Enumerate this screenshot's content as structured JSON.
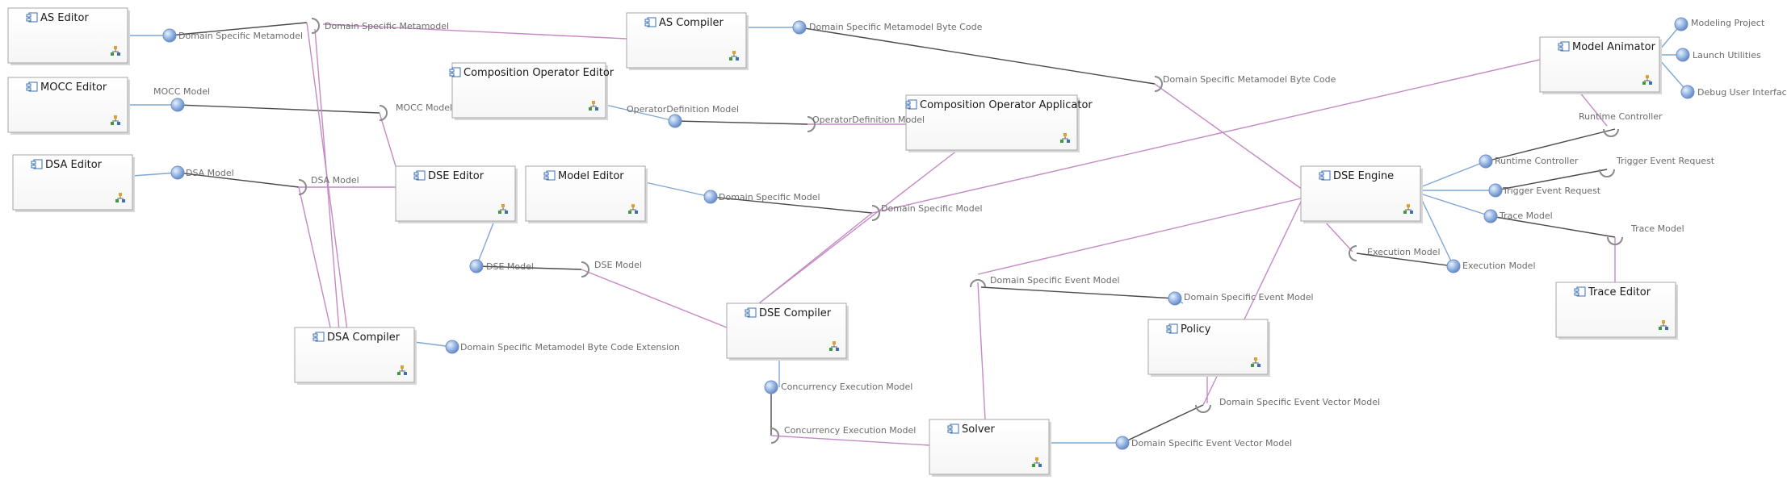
{
  "diagram": {
    "components": [
      {
        "id": "as-editor",
        "label": "AS Editor"
      },
      {
        "id": "mocc-editor",
        "label": "MOCC Editor"
      },
      {
        "id": "dsa-editor",
        "label": "DSA Editor"
      },
      {
        "id": "as-compiler",
        "label": "AS Compiler"
      },
      {
        "id": "composition-operator-editor",
        "label": "Composition Operator Editor"
      },
      {
        "id": "composition-operator-applicator",
        "label": "Composition Operator Applicator"
      },
      {
        "id": "dse-editor",
        "label": "DSE Editor"
      },
      {
        "id": "model-editor",
        "label": "Model Editor"
      },
      {
        "id": "dsa-compiler",
        "label": "DSA Compiler"
      },
      {
        "id": "dse-compiler",
        "label": "DSE Compiler"
      },
      {
        "id": "policy",
        "label": "Policy"
      },
      {
        "id": "solver",
        "label": "Solver"
      },
      {
        "id": "dse-engine",
        "label": "DSE Engine"
      },
      {
        "id": "model-animator",
        "label": "Model Animator"
      },
      {
        "id": "trace-editor",
        "label": "Trace Editor"
      }
    ],
    "provided_labels": [
      "Domain Specific Metamodel",
      "MOCC Model",
      "DSA Model",
      "Domain Specific Metamodel Byte Code",
      "OperatorDefinition Model",
      "Domain Specific Model",
      "DSE Model",
      "Domain Specific Metamodel Byte Code Extension",
      "Concurrency Execution Model",
      "Domain Specific Event Model",
      "Domain Specific Event Vector Model",
      "Runtime Controller",
      "Trigger Event Request",
      "Trace Model",
      "Execution Model",
      "Modeling Project",
      "Launch Utilities",
      "Debug User Interface"
    ],
    "required_labels": [
      "Domain Specific Metamodel",
      "MOCC Model",
      "DSA Model",
      "Domain Specific Metamodel Byte Code",
      "OperatorDefinition Model",
      "Domain Specific Model",
      "DSE Model",
      "Concurrency Execution Model",
      "Domain Specific Event Model",
      "Domain Specific Event Vector Model",
      "Runtime Controller",
      "Trigger Event Request",
      "Trace Model",
      "Execution Model"
    ],
    "colors": {
      "required_wire": "#c48ac4",
      "provided_wire": "#7fa7d6",
      "assembly_wire": "#4a4a4a",
      "ball_fill": "#9dbbe6",
      "box_border": "#a6a6a6"
    }
  }
}
